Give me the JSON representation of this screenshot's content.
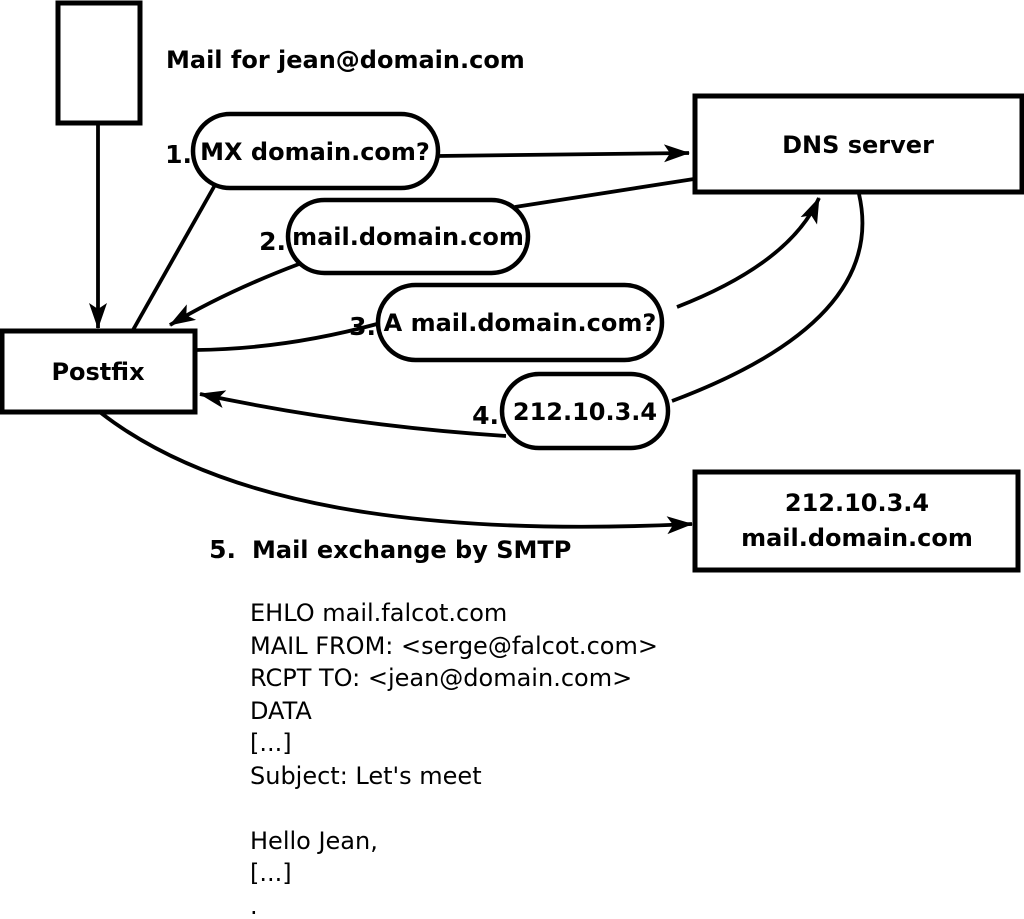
{
  "title_label": "Mail for jean@domain.com",
  "nodes": {
    "postfix": "Postfix",
    "dns_server": "DNS server",
    "mail_server_line1": "212.10.3.4",
    "mail_server_line2": "mail.domain.com"
  },
  "steps": [
    {
      "num": "1.",
      "label": "MX domain.com?"
    },
    {
      "num": "2.",
      "label": "mail.domain.com"
    },
    {
      "num": "3.",
      "label": "A mail.domain.com?"
    },
    {
      "num": "4.",
      "label": "212.10.3.4"
    },
    {
      "num": "5.",
      "label": "Mail exchange by SMTP"
    }
  ],
  "smtp_session": {
    "lines": [
      "EHLO mail.falcot.com",
      "MAIL FROM: <serge@falcot.com>",
      "RCPT TO: <jean@domain.com>",
      "DATA",
      "[...]",
      "Subject: Let's meet",
      "",
      "Hello Jean,",
      "[...]",
      "."
    ]
  },
  "colors": {
    "stroke": "#000000",
    "background": "#ffffff"
  }
}
